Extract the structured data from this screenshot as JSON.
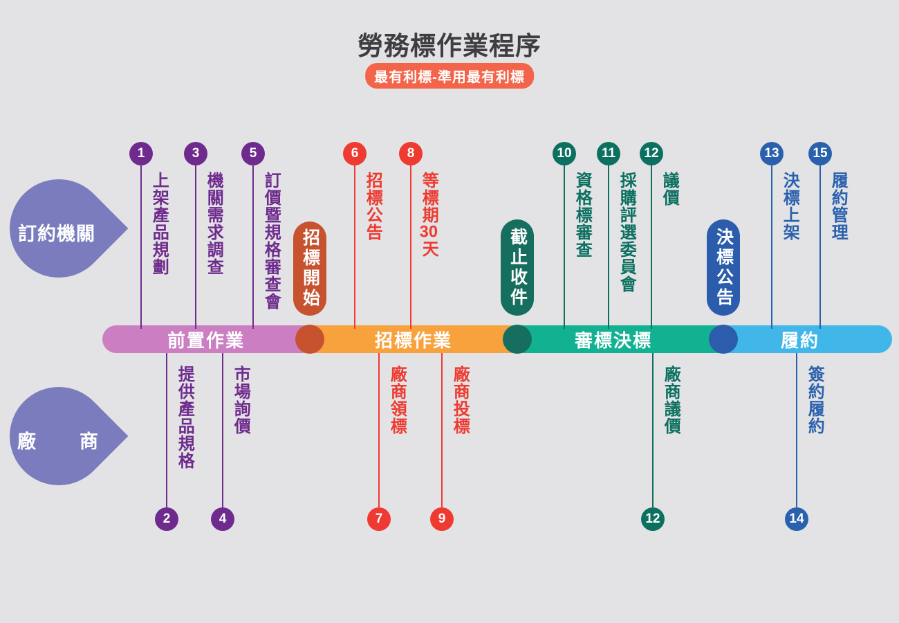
{
  "title": "勞務標作業程序",
  "subtitle_badge": "最有利標-準用最有利標",
  "actors": [
    {
      "label": "訂約機關"
    },
    {
      "label": "廠商"
    }
  ],
  "phases": [
    {
      "label": "前置作業",
      "color": "#cb7ec1"
    },
    {
      "label": "招標作業",
      "color": "#f7a23c"
    },
    {
      "label": "審標決標",
      "color": "#12b192"
    },
    {
      "label": "履約",
      "color": "#41b6e8"
    }
  ],
  "milestones": [
    {
      "label": "招標開始",
      "color": "#c7522f"
    },
    {
      "label": "截止收件",
      "color": "#166f5e"
    },
    {
      "label": "決標公告",
      "color": "#2b5dac"
    }
  ],
  "top_steps": [
    {
      "number": "1",
      "label": "上架產品規劃",
      "color": "#6e2b8d"
    },
    {
      "number": "3",
      "label": "機關需求調查",
      "color": "#6e2b8d"
    },
    {
      "number": "5",
      "label": "訂價暨規格審查會",
      "color": "#6e2b8d"
    },
    {
      "number": "6",
      "label": "招標公告",
      "color": "#ee3a30"
    },
    {
      "number": "8",
      "label": "等標期30天",
      "label_parts": [
        "等標期",
        "30",
        "天"
      ],
      "color": "#ee3a30"
    },
    {
      "number": "10",
      "label": "資格標審查",
      "color": "#0c7060"
    },
    {
      "number": "11",
      "label": "採購評選委員會",
      "color": "#0c7060"
    },
    {
      "number": "12",
      "label": "議價",
      "color": "#0c7060"
    },
    {
      "number": "13",
      "label": "決標上架",
      "color": "#2a61ad"
    },
    {
      "number": "15",
      "label": "履約管理",
      "color": "#2a61ad"
    }
  ],
  "bottom_steps": [
    {
      "number": "2",
      "label": "提供產品規格",
      "color": "#6e2b8d"
    },
    {
      "number": "4",
      "label": "市場詢價",
      "color": "#6e2b8d"
    },
    {
      "number": "7",
      "label": "廠商領標",
      "color": "#ee3a30"
    },
    {
      "number": "9",
      "label": "廠商投標",
      "color": "#ee3a30"
    },
    {
      "number": "12",
      "label": "廠商議價",
      "color": "#0c7060"
    },
    {
      "number": "14",
      "label": "簽約履約",
      "color": "#2a61ad"
    }
  ],
  "colors": {
    "background": "#e3e3e5",
    "title_text": "#3e3e40",
    "subtitle_badge_bg": "#f2654a",
    "actor_bubble": "#7b7cbd",
    "step_purple": "#6e2b8d",
    "step_red": "#ee3a30",
    "step_teal": "#0c7060",
    "step_blue": "#2a61ad"
  }
}
